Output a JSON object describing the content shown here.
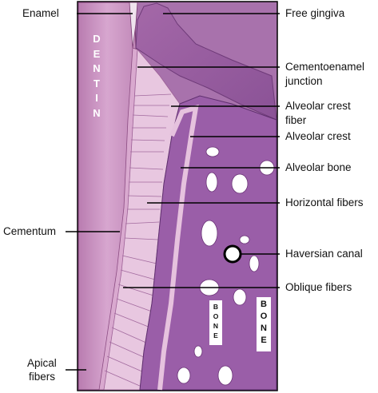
{
  "labels": {
    "enamel": "Enamel",
    "free_gingiva": "Free gingiva",
    "cej_line1": "Cementoenamel",
    "cej_line2": "junction",
    "alveolar_crest_fiber_line1": "Alveolar crest",
    "alveolar_crest_fiber_line2": "fiber",
    "alveolar_crest": "Alveolar crest",
    "alveolar_bone": "Alveolar bone",
    "horizontal_fibers": "Horizontal fibers",
    "cementum": "Cementum",
    "haversian_canal": "Haversian canal",
    "oblique_fibers": "Oblique fibers",
    "apical_line1": "Apical",
    "apical_line2": "fibers"
  },
  "in_image_text": {
    "dentin": [
      "D",
      "E",
      "N",
      "T",
      "I",
      "N"
    ],
    "bone_small": [
      "B",
      "O",
      "N",
      "E"
    ],
    "bone_large": [
      "B",
      "O",
      "N",
      "E"
    ]
  },
  "colors": {
    "dentin": "#c98fbf",
    "bone": "#9a5ea8",
    "gingiva": "#a86eac",
    "ligament": "#e6c2de",
    "marrow": "#ffffff",
    "leader": "#000000"
  }
}
